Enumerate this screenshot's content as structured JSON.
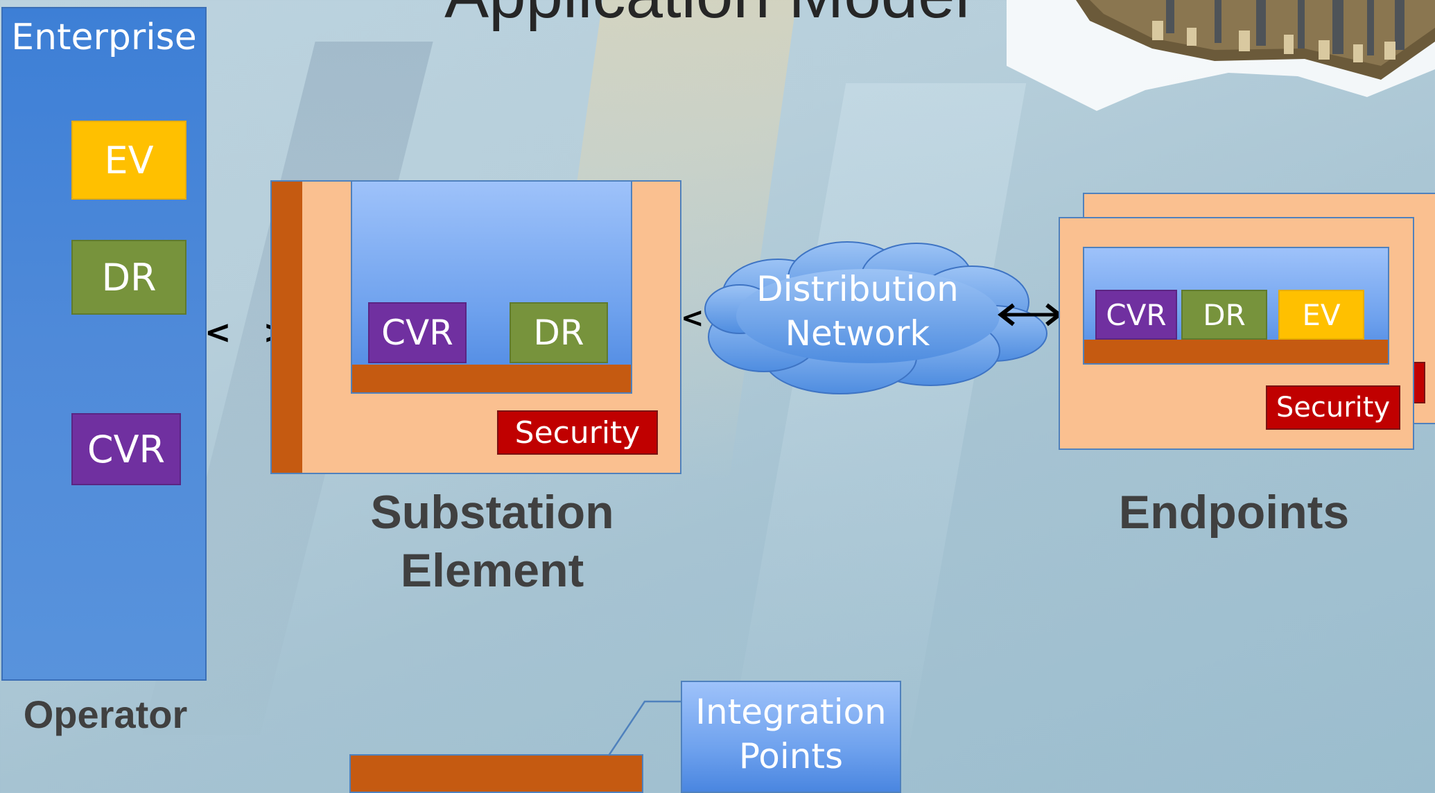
{
  "slide_title": "Application Model",
  "enterprise": {
    "title": "Enterprise",
    "apps": [
      "EV",
      "DR",
      "CVR"
    ],
    "caption": "Operator"
  },
  "substation": {
    "apps": [
      "CVR",
      "DR"
    ],
    "security": "Security",
    "caption_line1": "Substation",
    "caption_line2": "Element"
  },
  "network": {
    "line1": "Distribution",
    "line2": "Network"
  },
  "endpoints": {
    "apps": [
      "CVR",
      "DR",
      "EV"
    ],
    "security": "Security",
    "caption": "Endpoints"
  },
  "legend": {
    "line1": "Integration",
    "line2": "Points"
  },
  "colors": {
    "ev": "#ffc000",
    "dr": "#77933c",
    "cvr": "#7030a0",
    "security": "#c00000",
    "integration_bar": "#c55a11",
    "container": "#fac090",
    "enterprise": "#4a86d8"
  }
}
